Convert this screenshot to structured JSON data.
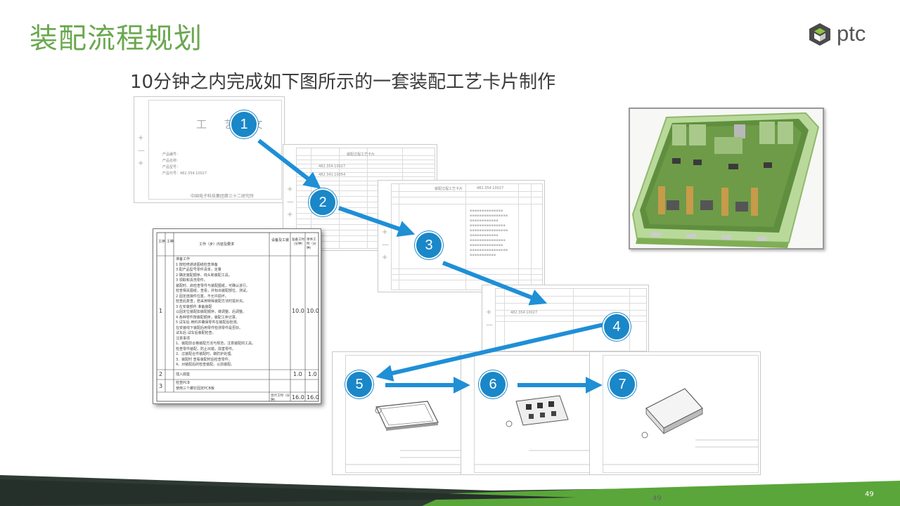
{
  "title": "装配流程规划",
  "subtitle": "10分钟之内完成如下图所示的一套装配工艺卡片制作",
  "logo": {
    "text": "ptc",
    "icon": "ptc-hexagon-icon"
  },
  "cover_card": {
    "title": "工 艺 文",
    "lines": [
      "产品编号：",
      "产品名称：",
      "产品型号：",
      "产品代号：482.354.10027"
    ],
    "footer": "中国电子科技集团第三十二研究所"
  },
  "process_table": {
    "headers": [
      "工序",
      "工种",
      "工作（步）内容及要求",
      "设备及工装",
      "准备工时（分钟）",
      "单件工时（分钟）"
    ],
    "row1": {
      "seq": "1",
      "lines": [
        "准备工作",
        "1  按检修通道图纸检查准备",
        "3 配产品型号零件清单，定量",
        "2  确定装配顺序、线头和装配工具。",
        "3  领取和清洗零件。",
        "装配时、启检查零件与装配图纸，可确认进行。",
        "检查相关图纸，查看，并标出装配部位、测试。",
        "2  固定连接件位置，不允许损坏。",
        "检查后复查，若采用特殊装配方法时需补充。",
        "3  在安装部件  准备装配",
        "以固定位装配如装配顺序，做调整、后调整。",
        "4  各种零件按装配顺序，装配工序记录。",
        "5  试车后  用料并确保零件在装配后检测。",
        "在安装线下装配后用零件检测零件是否好。",
        "试车后  试车后装配检查。",
        "注意事项",
        "1、装配前合格装配方法与规范，注意装配的工具。",
        "检查零件装配，防止出错，损害零件。",
        "2、过装配合件装配时，做防护处理。",
        "3、装配时  查看装配时后检查零件。",
        "4、对装配后的检查装配，以前装配。"
      ],
      "prep": "10.0",
      "unit": "10.0"
    },
    "row2": {
      "seq": "2",
      "text": "插入底座",
      "prep": "1.0",
      "unit": "1.0"
    },
    "row3": {
      "seq": "3",
      "lines": [
        "检查PCB",
        "使用三个螺钉固定PCB板"
      ]
    },
    "total_label": "合计工时（分钟）",
    "total_prep": "16.0",
    "total_unit": "16.0"
  },
  "steps": [
    "1",
    "2",
    "3",
    "4",
    "5",
    "6",
    "7"
  ],
  "mini_card_text": {
    "code1": "482.354.10027",
    "code2": "482.341.10054",
    "code3": "482.354.10027",
    "code4": "482.354.10027",
    "label": "装配过程工艺卡片"
  },
  "page_number": "49",
  "colors": {
    "title_green": "#6aa84f",
    "step_blue": "#1a87c8",
    "arrow_blue": "#1f8fd6"
  }
}
